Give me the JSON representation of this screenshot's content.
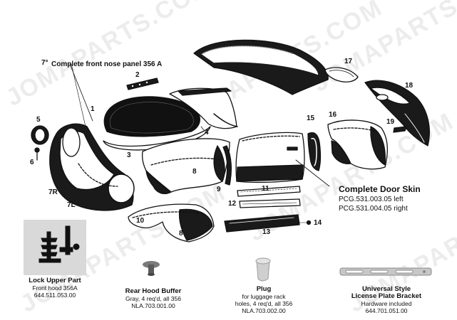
{
  "watermark": "JOMAPARTS.COM",
  "titles": {
    "nose_panel_num": "7°",
    "nose_panel": "Complete front nose panel 356 A"
  },
  "part_numbers": [
    "1",
    "2",
    "3",
    "4",
    "5",
    "6",
    "7R",
    "7L",
    "8",
    "8",
    "9",
    "10",
    "11",
    "12",
    "13",
    "14",
    "15",
    "16",
    "17",
    "18",
    "19"
  ],
  "door_skin": {
    "title": "Complete Door Skin",
    "left": "PCG.531.003.05 left",
    "right": "PCG.531.004.05 right"
  },
  "captions": {
    "lock": {
      "title": "Lock Upper Part",
      "line1": "Front hood 356A",
      "line2": "644.511.053.00"
    },
    "buffer": {
      "title": "Rear Hood Buffer",
      "line1": "Gray, 4 req'd, all 356",
      "line2": "NLA.703.001.00"
    },
    "plug": {
      "title": "Plug",
      "line1": "for luggage rack",
      "line2": "holes, 4 req'd, all 356",
      "line3": "NLA.703.002.00"
    },
    "bracket": {
      "title1": "Universal Style",
      "title2": "License Plate Bracket",
      "line1": "Hardware included",
      "line2": "644.701.051.00"
    }
  },
  "colors": {
    "ink": "#111111",
    "photo_bg": "#d9d9d9",
    "watermark": "#969696"
  }
}
